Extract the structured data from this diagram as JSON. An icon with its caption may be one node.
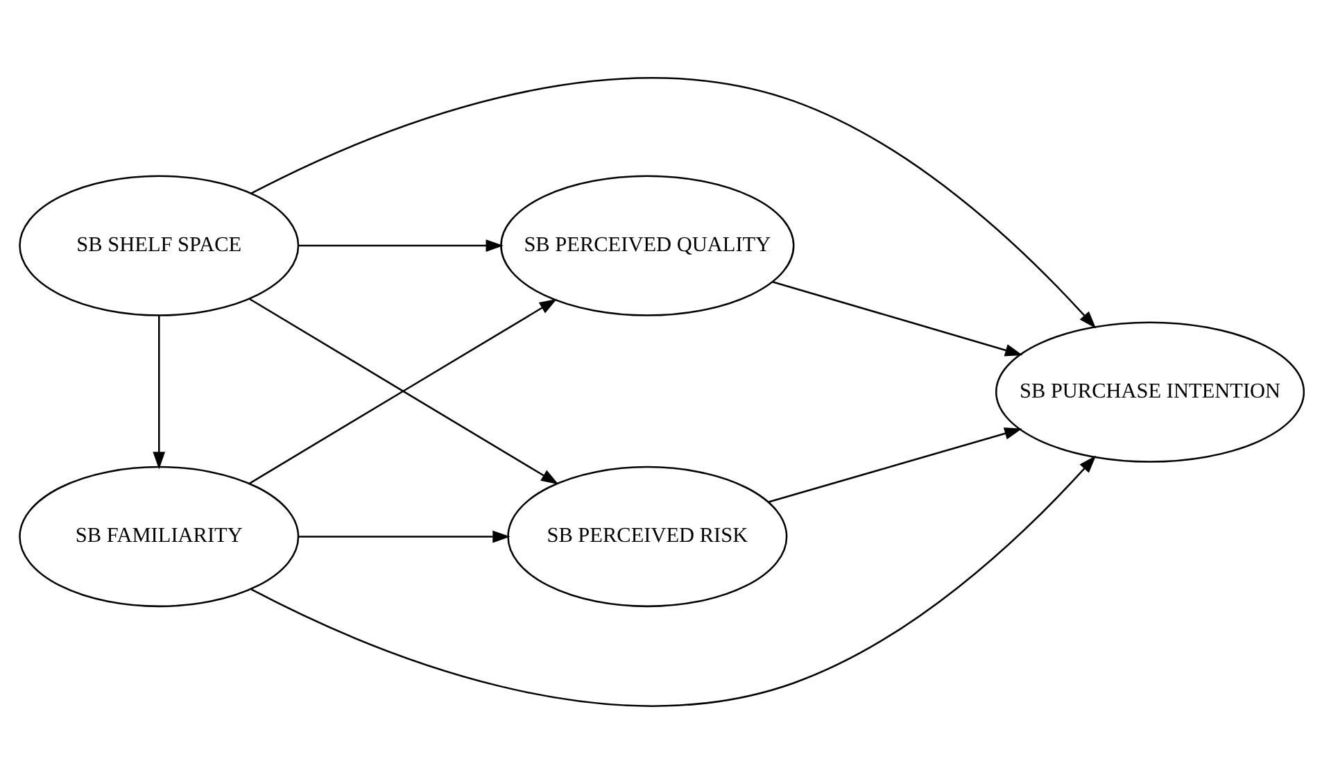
{
  "diagram": {
    "nodes": [
      {
        "text": [
          "SB FAMILIARITY"
        ]
      },
      {
        "text": [
          "SB PERCEIVED RISK"
        ]
      },
      {
        "text": [
          "SB PURCHASE INTENTION"
        ]
      },
      {
        "text": [
          "SB SHELF SPACE"
        ]
      },
      {
        "text": [
          "SB PERCEIVED QUALITY"
        ]
      }
    ],
    "edges": [
      {
        "from": 0,
        "to": 2,
        "arrow": "to"
      },
      {
        "from": 0,
        "to": 1,
        "arrow": "to"
      },
      {
        "from": 0,
        "to": 4,
        "arrow": "to"
      },
      {
        "from": 1,
        "to": 2,
        "arrow": "to"
      },
      {
        "from": 3,
        "to": 0,
        "arrow": "to"
      },
      {
        "from": 3,
        "to": 1,
        "arrow": "to"
      },
      {
        "from": 3,
        "to": 4,
        "arrow": "to"
      },
      {
        "from": 4,
        "to": 2,
        "arrow": "to"
      },
      {
        "from": 3,
        "to": 2,
        "arrow": "to"
      }
    ]
  }
}
